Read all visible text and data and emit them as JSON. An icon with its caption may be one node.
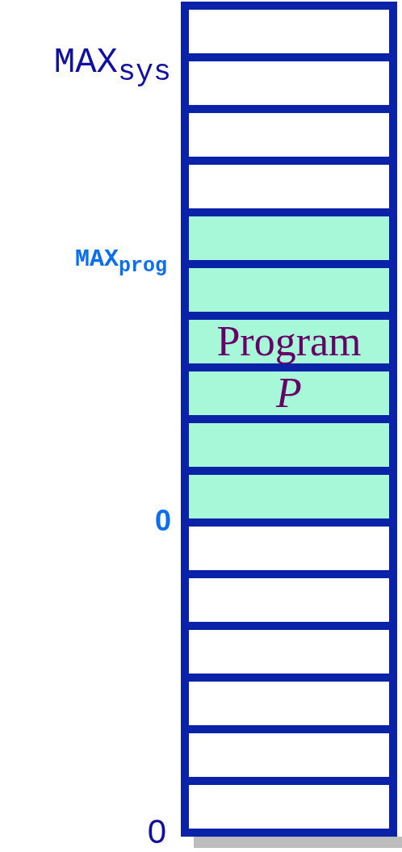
{
  "diagram": {
    "nodes": [
      {
        "text": [],
        "shape": "box"
      },
      {
        "text": [],
        "shape": "box"
      },
      {
        "text": [],
        "shape": "box"
      },
      {
        "text": [],
        "shape": "box"
      },
      {
        "text": [
          "Program *P*"
        ]
      },
      {
        "text": [],
        "shape": "box"
      },
      {
        "text": [],
        "shape": "box"
      },
      {
        "text": [],
        "shape": "box"
      },
      {
        "text": [],
        "shape": "box"
      },
      {
        "text": [],
        "shape": "box"
      },
      {
        "text": [],
        "shape": "box"
      }
    ],
    "labels": [
      "MAX$_{sys}$",
      "MAX$_{prog}$",
      "0",
      "0"
    ]
  }
}
